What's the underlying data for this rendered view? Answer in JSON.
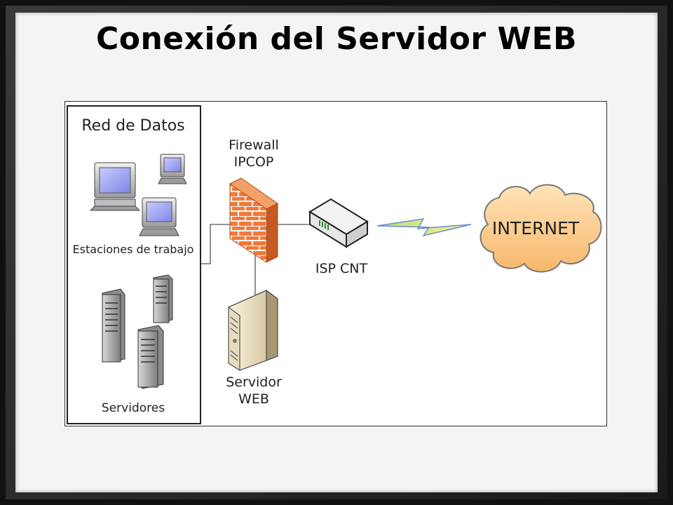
{
  "title": "Conexión del Servidor WEB",
  "network": {
    "title": "Red de Datos",
    "workstations_label": "Estaciones de trabajo",
    "servers_label": "Servidores"
  },
  "firewall": {
    "line1": "Firewall",
    "line2": "IPCOP"
  },
  "isp": {
    "label": "ISP CNT"
  },
  "internet": {
    "label": "INTERNET"
  },
  "webserver": {
    "line1": "Servidor",
    "line2": "WEB"
  }
}
